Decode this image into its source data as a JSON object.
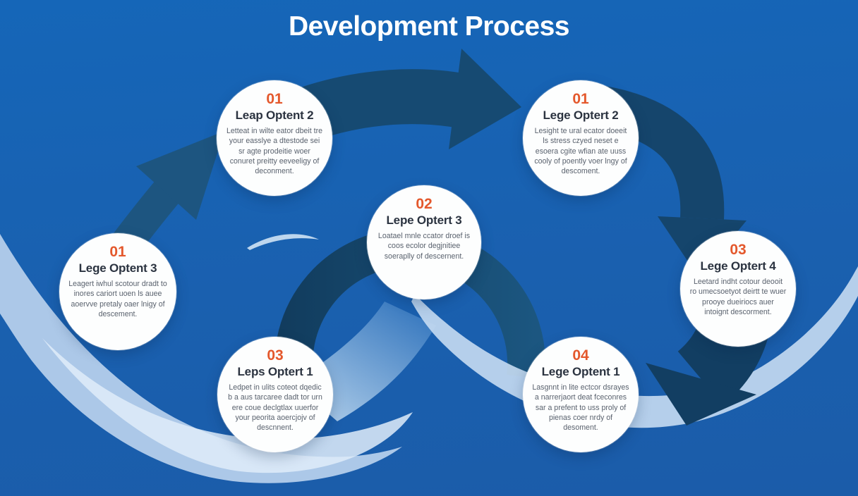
{
  "title": "Development Process",
  "colors": {
    "background": "#1a61b2",
    "arrow_dark": "#164a72",
    "arrow_darker": "#123e62",
    "arch_ring_left": "#113b5c",
    "arch_ring_right": "#1d5a85",
    "swoosh_light": "#bcd4ee",
    "swoosh_pale": "#dfecf9",
    "band_medium": "#3f7ec2",
    "accent_number": "#e4582c",
    "circle_bg": "#fdfefe",
    "step_title_text": "#2b3340",
    "step_body_text": "#5a626e",
    "title_text": "#ffffff"
  },
  "steps": [
    {
      "id": "top-left",
      "number": "01",
      "title": "Leap Optent 2",
      "body": "Letteat in wilte eator dbeit tre your easslye a dtestode sei sr agte prodeitie woer conuret preitty eeveeligy of deconment."
    },
    {
      "id": "top-right",
      "number": "01",
      "title": "Lege Optert 2",
      "body": "Lesight te ural ecator doeeit ls stress czyed neset e esoera cgite wfian ate uuss cooly of poently voer lngy of descoment."
    },
    {
      "id": "center",
      "number": "02",
      "title": "Lepe Optert 3",
      "body": "Loatael mnle ccator droef is coos ecolor degjnitiee soeraplly of descernent."
    },
    {
      "id": "left",
      "number": "01",
      "title": "Lege Optent 3",
      "body": "Leagert iwhul scotour dradt to inores cariort uoen ls auee aoervve pretaly oaer lnigy of descement."
    },
    {
      "id": "right",
      "number": "03",
      "title": "Lege Optert 4",
      "body": "Leetard indht cotour deooit ro umecsoetyot deirtt te wuer prooye dueiriocs auer intoignt descorment."
    },
    {
      "id": "bottom-left",
      "number": "03",
      "title": "Leps Optert 1",
      "body": "Ledpet in ulits coteot dqedic b a aus tarcaree dadt tor urn ere coue declgtlax uuerfor your peorita aoercjojv of descnnent."
    },
    {
      "id": "bottom-right",
      "number": "04",
      "title": "Lege Optent 1",
      "body": "Lasgnnt in lite ectcor dsrayes a narrerjaort deat fceconres sar a prefent to uss proly of pienas coer nrdy of desoment."
    }
  ]
}
